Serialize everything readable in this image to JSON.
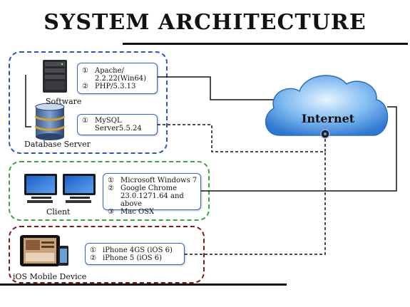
{
  "title": "SYSTEM ARCHITECTURE",
  "internet": {
    "label": "Internet"
  },
  "server_group": {
    "software": {
      "caption": "Software",
      "items": [
        {
          "num": "①",
          "text": "Apache/\n2.2.22(Win64)"
        },
        {
          "num": "②",
          "text": "PHP/5.3.13"
        }
      ]
    },
    "database": {
      "caption": "Database  Server",
      "items": [
        {
          "num": "①",
          "text": "MySQL\nServer5.5.24"
        }
      ]
    }
  },
  "client_group": {
    "caption": "Client",
    "items": [
      {
        "num": "①",
        "text": "Microsoft Windows 7"
      },
      {
        "num": "②",
        "text": "Google Chrome\n23.0.1271.64 and above"
      },
      {
        "num": "③",
        "text": "Mac OSX"
      }
    ]
  },
  "ios_group": {
    "caption": "iOS Mobile Device",
    "items": [
      {
        "num": "①",
        "text": "iPhone 4GS (iOS 6)"
      },
      {
        "num": "②",
        "text": "iPhone 5 (iOS 6)"
      }
    ]
  },
  "colors": {
    "server_border": "#2b55c6",
    "client_border": "#3aa83a",
    "ios_border": "#7a1a1a",
    "cloud": "#3f8fe0"
  }
}
